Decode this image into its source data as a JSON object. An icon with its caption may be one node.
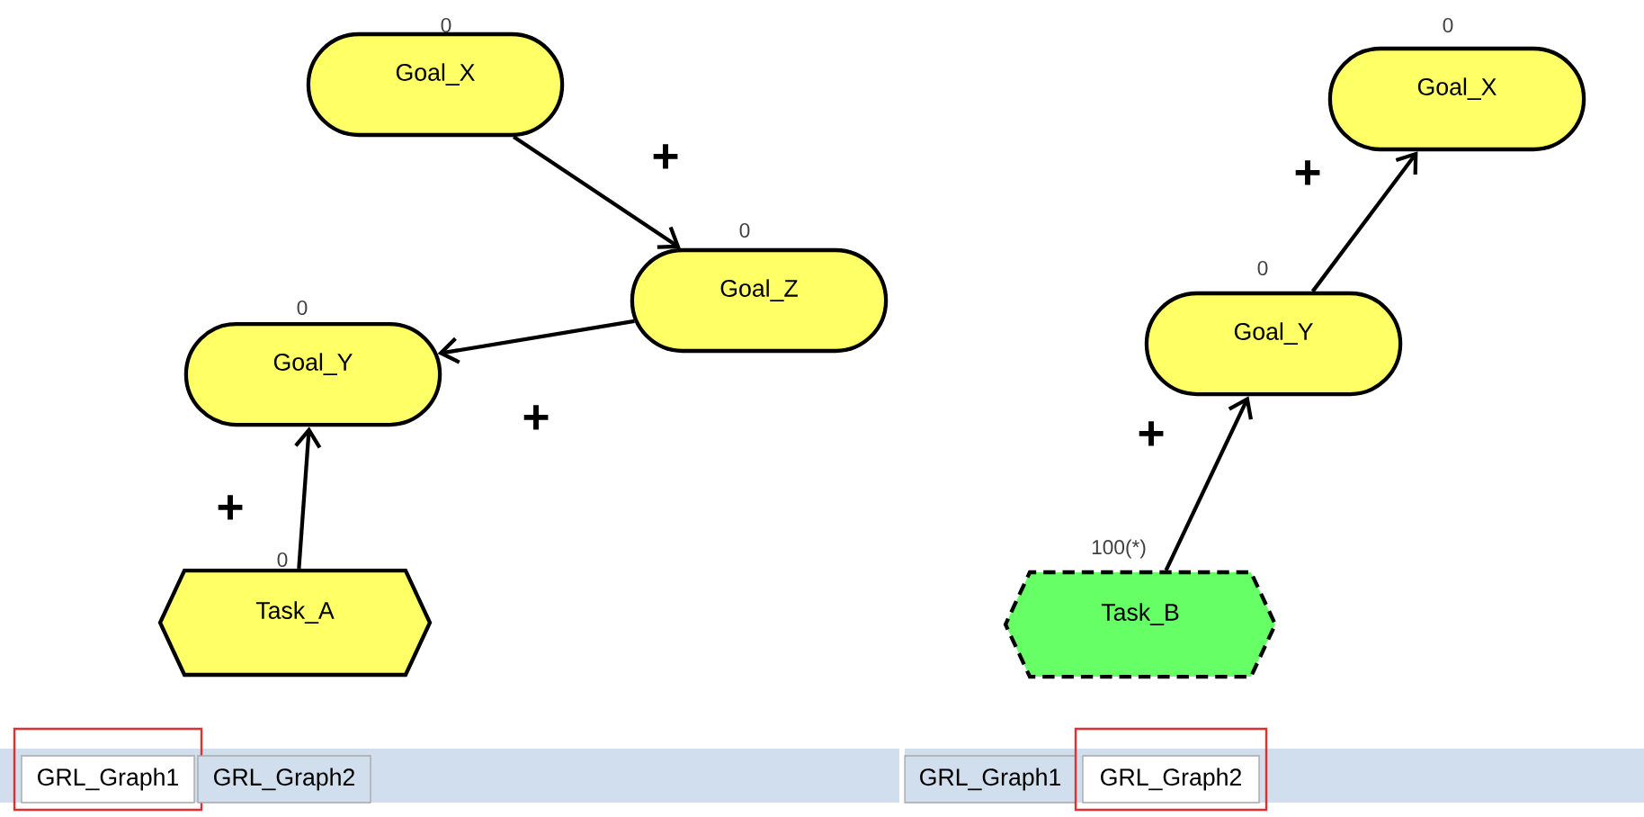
{
  "diagram": {
    "nodes": [
      {
        "text": [
          "Goal_X"
        ],
        "beside": [
          "0"
        ]
      },
      {
        "text": [
          "Goal_Z"
        ],
        "beside": [
          "0"
        ]
      },
      {
        "text": [
          "Goal_Y"
        ],
        "beside": [
          "0"
        ]
      },
      {
        "text": [
          "Task_A"
        ],
        "beside": [
          "0"
        ]
      },
      {
        "text": [
          "Goal_X"
        ],
        "beside": [
          "0"
        ]
      },
      {
        "text": [
          "Goal_Y"
        ],
        "beside": [
          "0"
        ]
      },
      {
        "text": [
          "Task_B"
        ],
        "beside": [
          "100(*)"
        ]
      }
    ],
    "edges": [
      {
        "from": 0,
        "to": 1,
        "arrow": "to",
        "label": "+"
      },
      {
        "from": 1,
        "to": 2,
        "arrow": "to",
        "label": "+"
      },
      {
        "from": 3,
        "to": 2,
        "arrow": "to",
        "label": "+"
      },
      {
        "from": 6,
        "to": 5,
        "arrow": "to",
        "label": "+"
      },
      {
        "from": 5,
        "to": 4,
        "arrow": "to",
        "label": "+"
      }
    ],
    "labels": [
      "GRL_Graph1",
      "GRL_Graph2",
      "GRL_Graph1",
      "GRL_Graph2"
    ]
  }
}
